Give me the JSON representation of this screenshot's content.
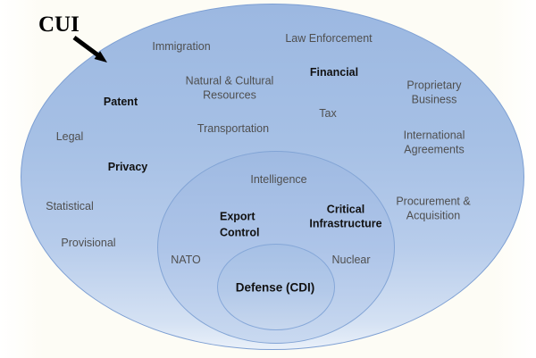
{
  "diagram_title": "CUI",
  "colors": {
    "ellipse_border": "#7d9fd3",
    "ellipse_fill_top": "#9cb8e1",
    "ellipse_fill_bottom": "#d4e1f3",
    "label_gray": "#4f4f4f",
    "label_black": "#111111",
    "arrow": "#000000",
    "background": "#fdfcf5"
  },
  "outer_labels": {
    "immigration": "Immigration",
    "law_enforcement": "Law Enforcement",
    "natural_cultural_resources": "Natural & Cultural\nResources",
    "financial": "Financial",
    "proprietary_business": "Proprietary Business",
    "tax": "Tax",
    "patent": "Patent",
    "legal": "Legal",
    "transportation": "Transportation",
    "international_agreements": "International\nAgreements",
    "privacy": "Privacy",
    "statistical": "Statistical",
    "provisional": "Provisional",
    "procurement_acquisition": "Procurement &\nAcquisition"
  },
  "middle_labels": {
    "intelligence": "Intelligence",
    "export_control": "Export\nControl",
    "critical_infrastructure": "Critical\nInfrastructure",
    "nato": "NATO",
    "nuclear": "Nuclear"
  },
  "inner_labels": {
    "defense_cdi": "Defense (CDI)"
  }
}
